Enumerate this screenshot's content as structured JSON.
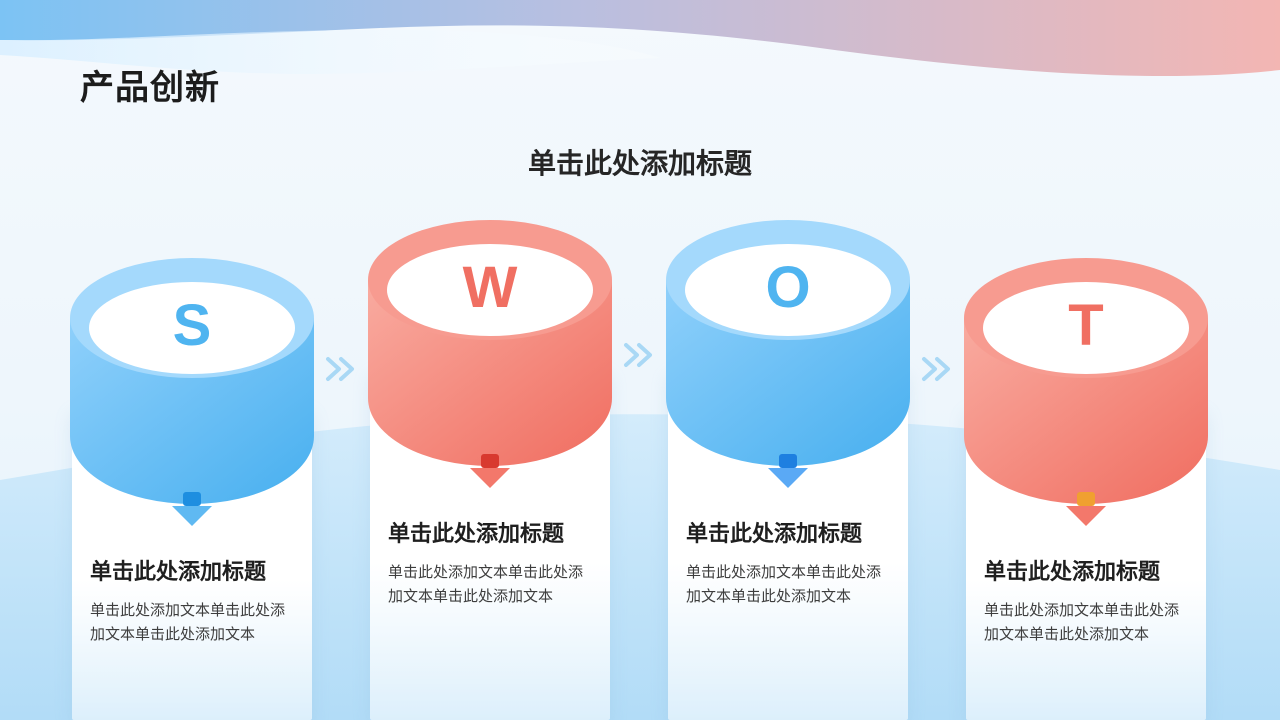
{
  "page_title": "产品创新",
  "main_title": "单击此处添加标题",
  "colors": {
    "blue": "#56b8f2",
    "red": "#f27a6c",
    "chevron": "#a9d8f5"
  },
  "cards": [
    {
      "letter": "S",
      "heading": "单击此处添加标题",
      "body": "单击此处添加文本单击此处添加文本单击此处添加文本",
      "color": "blue",
      "icon": "arrow-down-icon"
    },
    {
      "letter": "W",
      "heading": "单击此处添加标题",
      "body": "单击此处添加文本单击此处添加文本单击此处添加文本",
      "color": "red",
      "icon": "arrow-down-icon"
    },
    {
      "letter": "O",
      "heading": "单击此处添加标题",
      "body": "单击此处添加文本单击此处添加文本单击此处添加文本",
      "color": "blue",
      "icon": "arrow-down-icon"
    },
    {
      "letter": "T",
      "heading": "单击此处添加标题",
      "body": "单击此处添加文本单击此处添加文本单击此处添加文本",
      "color": "red",
      "icon": "arrow-down-icon"
    }
  ],
  "separator_icon": "double-chevron-right-icon"
}
